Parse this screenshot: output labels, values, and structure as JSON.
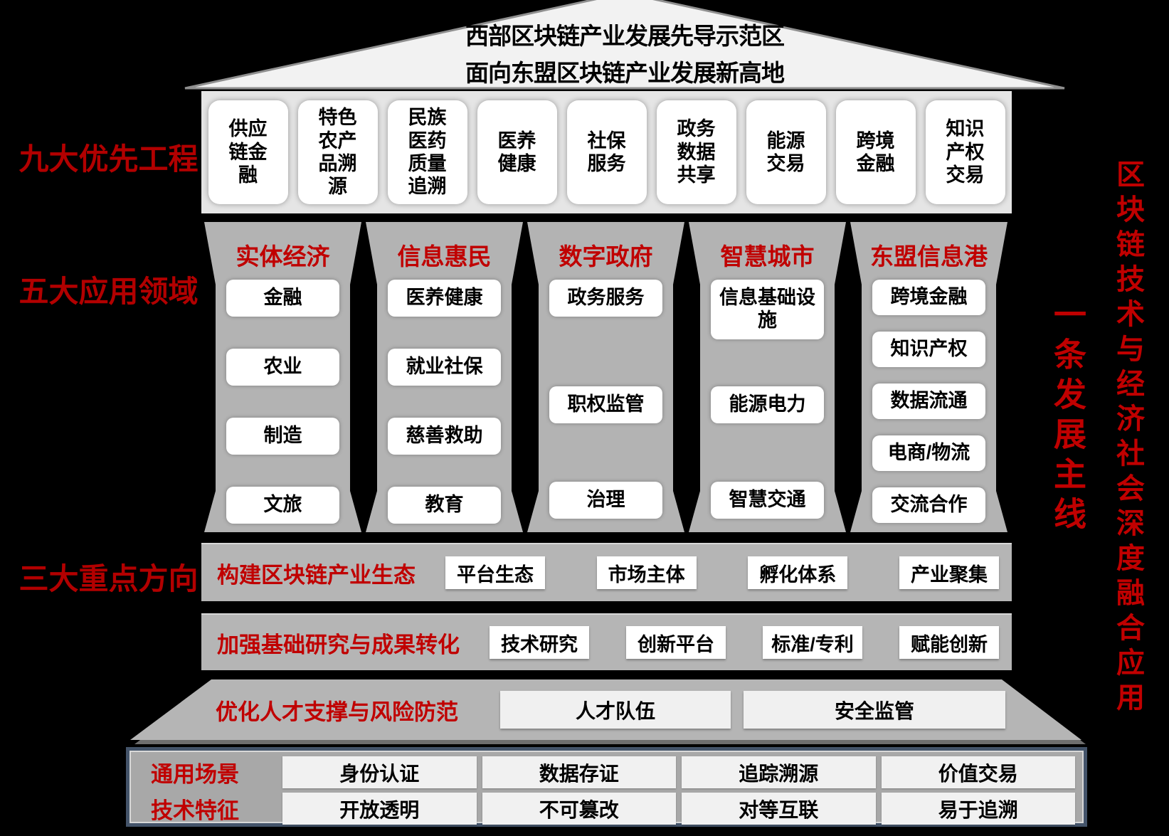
{
  "roof": {
    "line1": "西部区块链产业发展先导示范区",
    "line2": "面向东盟区块链产业发展新高地"
  },
  "left_labels": {
    "nine": "九大优先工程",
    "five": "五大应用领域",
    "three": "三大重点方向"
  },
  "right_labels": {
    "main_line": "一条发展主线",
    "theme": "区块链技术与经济社会深度融合应用"
  },
  "priority_projects": [
    "供应链金融",
    "特色农产品溯源",
    "民族医药质量追溯",
    "医养健康",
    "社保服务",
    "政务数据共享",
    "能源交易",
    "跨境金融",
    "知识产权交易"
  ],
  "pillars": [
    {
      "title": "实体经济",
      "items": [
        "金融",
        "农业",
        "制造",
        "文旅"
      ]
    },
    {
      "title": "信息惠民",
      "items": [
        "医养健康",
        "就业社保",
        "慈善救助",
        "教育"
      ]
    },
    {
      "title": "数字政府",
      "items": [
        "政务服务",
        "职权监管",
        "治理"
      ]
    },
    {
      "title": "智慧城市",
      "items": [
        "信息基础设施",
        "能源电力",
        "智慧交通"
      ]
    },
    {
      "title": "东盟信息港",
      "items": [
        "跨境金融",
        "知识产权",
        "数据流通",
        "电商/物流",
        "交流合作"
      ]
    }
  ],
  "directions": [
    {
      "title": "构建区块链产业生态",
      "items": [
        "平台生态",
        "市场主体",
        "孵化体系",
        "产业聚集"
      ]
    },
    {
      "title": "加强基础研究与成果转化",
      "items": [
        "技术研究",
        "创新平台",
        "标准/专利",
        "赋能创新"
      ]
    },
    {
      "title": "优化人才支撑与风险防范",
      "items": [
        "人才队伍",
        "安全监管"
      ]
    }
  ],
  "foundation": {
    "rows": [
      {
        "label": "通用场景",
        "items": [
          "身份认证",
          "数据存证",
          "追踪溯源",
          "价值交易"
        ]
      },
      {
        "label": "技术特征",
        "items": [
          "开放透明",
          "不可篡改",
          "对等互联",
          "易于追溯"
        ]
      }
    ]
  },
  "colors": {
    "background": "#000000",
    "red_accent": "#C00000",
    "dark_red": "#B20000",
    "pillar_gray": "#B3B3B3",
    "band_gray": "#E5E5E5",
    "roof_gray": "#F2F2F2",
    "table_fill": "#A8A8A8",
    "table_border": "#44546A",
    "box_white": "#FFFFFF",
    "box_offwhite": "#F1F1F1"
  }
}
